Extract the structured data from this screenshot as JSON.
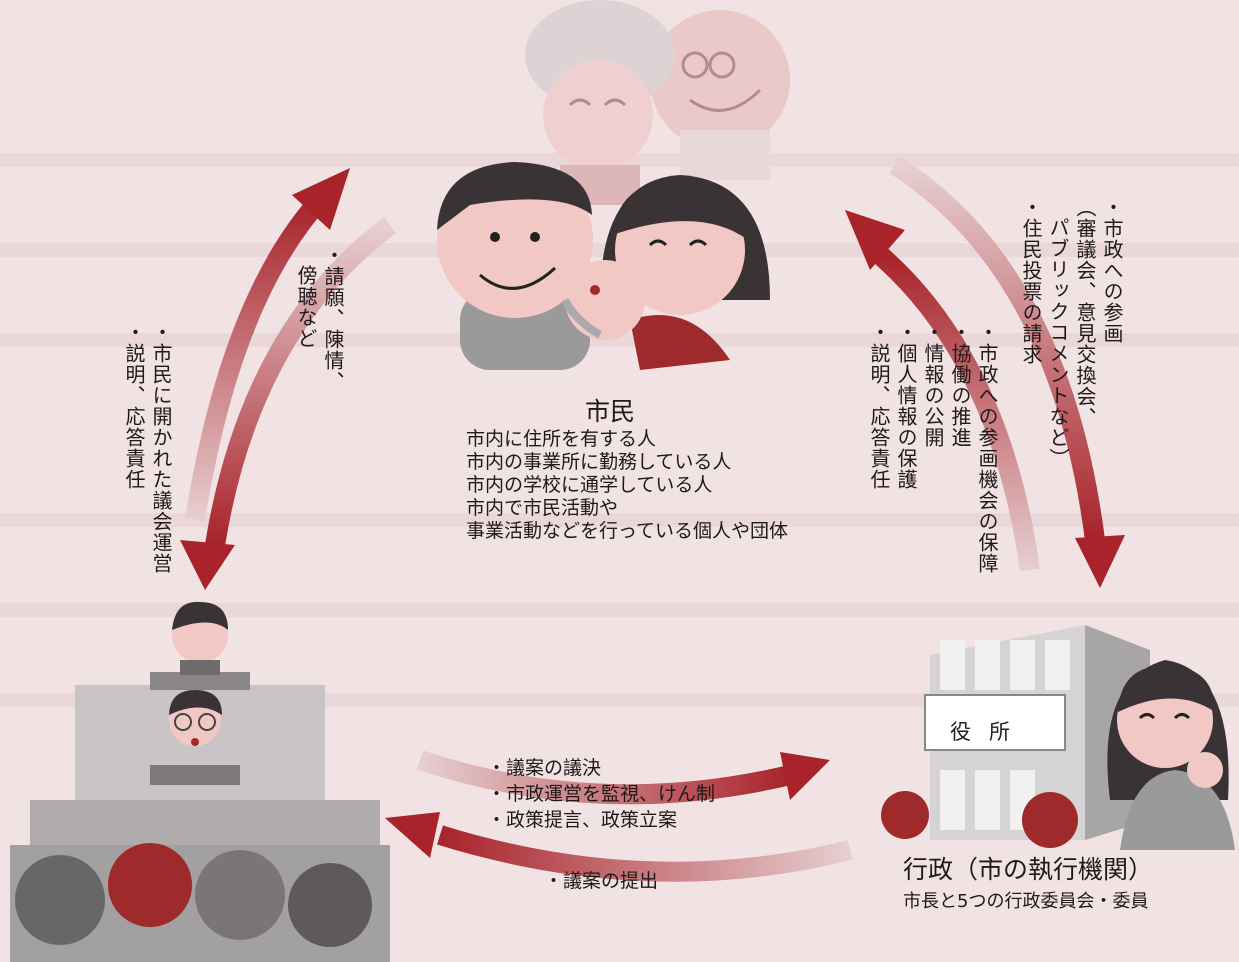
{
  "citizen": {
    "title": "市民",
    "desc": [
      "市内に住所を有する人",
      "市内の事業所に勤務している人",
      "市内の学校に通学している人",
      "市内で市民活動や",
      "事業活動などを行っている個人や団体"
    ]
  },
  "government": {
    "title": "行政（市の執行機関）",
    "subtitle": "市長と5つの行政委員会・委員",
    "office_sign": "役所"
  },
  "citizen_to_council": [
    "・請願、陳情、",
    "傍聴など"
  ],
  "council_to_citizen": [
    "・市民に開かれた議会運営",
    "・説明、応答責任"
  ],
  "citizen_to_government": [
    "・市政への参画",
    "（審議会、意見交換会、",
    "パブリックコメントなど）",
    "・住民投票の請求"
  ],
  "government_to_citizen": [
    "・市政への参画機会の保障",
    "・協働の推進",
    "・情報の公開",
    "・個人情報の保護",
    "・説明、応答責任"
  ],
  "council_to_government": [
    "・議案の議決",
    "・市政運営を監視、けん制",
    "・政策提言、政策立案"
  ],
  "government_to_council": "・議案の提出",
  "colors": {
    "background": "#f1e2e3",
    "arrow_red": "#a8232a",
    "arrow_fade": "#e7cfd1",
    "skin": "#f2c8c4",
    "hair_dark": "#3a3335",
    "hair_red": "#9e2a2b",
    "grey": "#9a9a9a"
  },
  "icons": [
    "family-illustration",
    "council-illustration",
    "city-office-illustration",
    "official-illustration"
  ]
}
